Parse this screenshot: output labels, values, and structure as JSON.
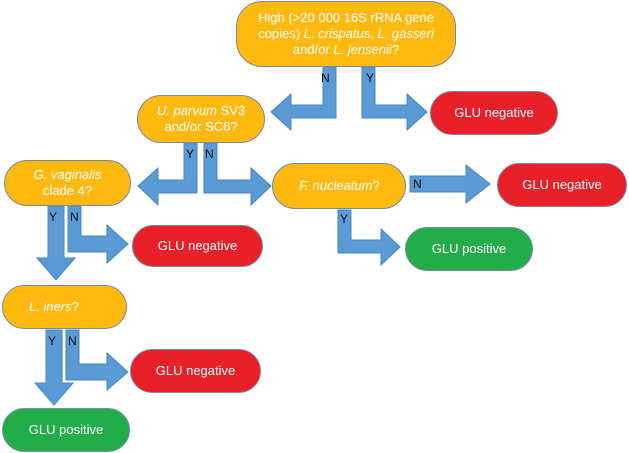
{
  "nodes": {
    "q1": {
      "pre": "High (>20 000 16S rRNA gene copies) ",
      "sp1": "L. crispatus",
      "sep1": ", ",
      "sp2": "L. gasseri",
      "mid": " and/or ",
      "sp3": "L. jensenii",
      "post": "?"
    },
    "q2": {
      "sp": "U. parvum",
      "post": " SV3 and/or SC6?"
    },
    "q3": {
      "sp": "G. vaginalis",
      "post": " clade 4?"
    },
    "q4": {
      "sp": "F. nucleatum",
      "post": "?"
    },
    "q5": {
      "sp": "L. iners",
      "post": "?"
    },
    "r1": "GLU negative",
    "r2": "GLU negative",
    "r3": "GLU negative",
    "r4": "GLU positive",
    "r5": "GLU negative",
    "r6": "GLU positive"
  },
  "labels": {
    "n1": "N",
    "y1": "Y",
    "y2": "Y",
    "n2": "N",
    "n4": "N",
    "y4": "Y",
    "y3": "Y",
    "n3": "N",
    "y5": "Y",
    "n5": "N"
  },
  "colors": {
    "question": "#ffb90f",
    "negative": "#e8202a",
    "positive": "#22ad4a",
    "arrow": "#5b9bd5"
  }
}
